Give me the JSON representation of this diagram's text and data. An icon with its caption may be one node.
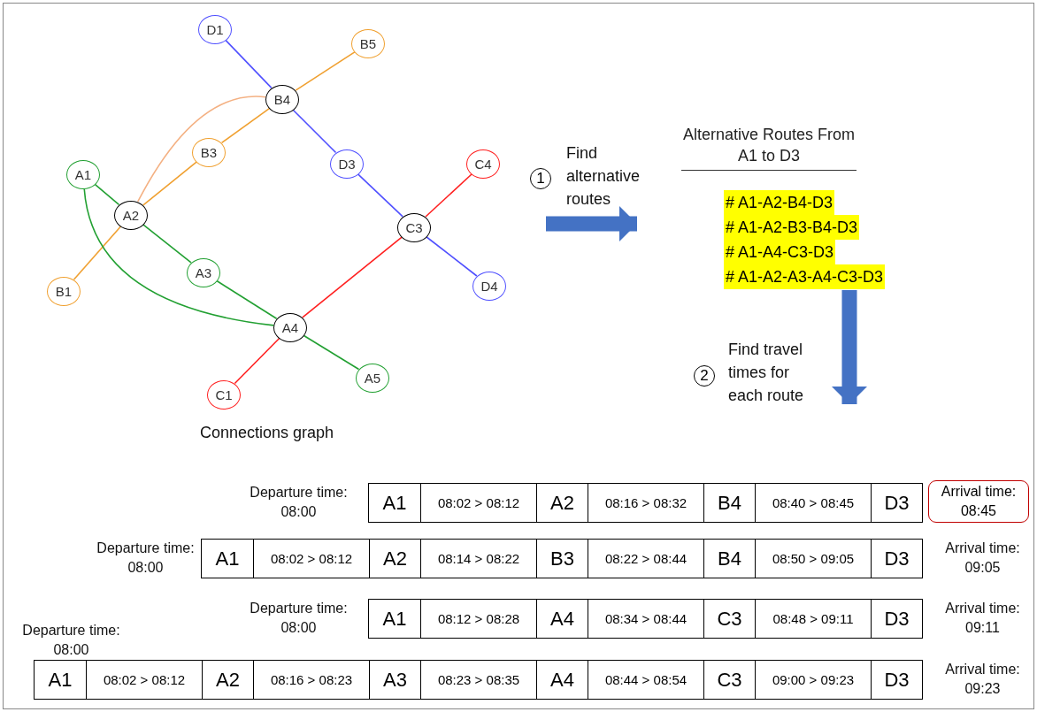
{
  "diagram": {
    "nodes": [
      {
        "text": [
          "D1"
        ]
      },
      {
        "text": [
          "B5"
        ]
      },
      {
        "text": [
          "B4"
        ]
      },
      {
        "text": [
          "B3"
        ]
      },
      {
        "text": [
          "A1"
        ]
      },
      {
        "text": [
          "A2"
        ]
      },
      {
        "text": [
          "D3"
        ]
      },
      {
        "text": [
          "C4"
        ]
      },
      {
        "text": [
          "C3"
        ]
      },
      {
        "text": [
          "A3"
        ]
      },
      {
        "text": [
          "B1"
        ]
      },
      {
        "text": [
          "D4"
        ]
      },
      {
        "text": [
          "A4"
        ]
      },
      {
        "text": [
          "A5"
        ]
      },
      {
        "text": [
          "C1"
        ]
      },
      {
        "text": [
          "Alternative Routes From A1 to D3",
          "# A1-A2-B4-D3",
          "# A1-A2-B3-B4-D3",
          "# A1-A4-C3-D3",
          "# A1-A2-A3-A4-C3-D3"
        ]
      },
      {
        "text": [
          "A1",
          "08:02 > 08:12",
          "A2",
          "08:16 > 08:32",
          "B4",
          "08:40 > 08:45",
          "D3"
        ],
        "beside": [
          "Departure time: 08:00"
        ]
      },
      {
        "text": [
          "Arrival time: 08:45"
        ]
      },
      {
        "text": [
          "A1",
          "08:02 > 08:12",
          "A2",
          "08:14 > 08:22",
          "B3",
          "08:22 > 08:44",
          "B4",
          "08:50 > 09:05",
          "D3"
        ],
        "beside": [
          "Departure time: 08:00",
          "Arrival time: 09:05"
        ]
      },
      {
        "text": [
          "A1",
          "08:12 > 08:28",
          "A4",
          "08:34 > 08:44",
          "C3",
          "08:48 > 09:11",
          "D3"
        ],
        "beside": [
          "Departure time: 08:00",
          "Arrival time: 09:11"
        ]
      },
      {
        "text": [
          "A1",
          "08:02 > 08:12",
          "A2",
          "08:16 > 08:23",
          "A3",
          "08:23 > 08:35",
          "A4",
          "08:44 > 08:54",
          "C3",
          "09:00 > 09:23",
          "D3"
        ],
        "beside": [
          "Departure time: 08:00",
          "Arrival time: 09:23"
        ]
      }
    ],
    "edges": [
      {
        "from": 0,
        "to": 2,
        "arrow": "none",
        "color": "#5050ff"
      },
      {
        "from": 2,
        "to": 6,
        "arrow": "none",
        "color": "#5050ff"
      },
      {
        "from": 6,
        "to": 8,
        "arrow": "none",
        "color": "#5050ff"
      },
      {
        "from": 8,
        "to": 11,
        "arrow": "none",
        "color": "#5050ff"
      },
      {
        "from": 1,
        "to": 2,
        "arrow": "none",
        "color": "#f0a030"
      },
      {
        "from": 2,
        "to": 3,
        "arrow": "none",
        "color": "#f0a030"
      },
      {
        "from": 3,
        "to": 5,
        "arrow": "none",
        "color": "#f0a030"
      },
      {
        "from": 5,
        "to": 10,
        "arrow": "none",
        "color": "#f0a030"
      },
      {
        "from": 5,
        "to": 2,
        "arrow": "none",
        "color": "#f4b183"
      },
      {
        "from": 4,
        "to": 5,
        "arrow": "none",
        "color": "#22a032"
      },
      {
        "from": 5,
        "to": 9,
        "arrow": "none",
        "color": "#22a032"
      },
      {
        "from": 9,
        "to": 12,
        "arrow": "none",
        "color": "#22a032"
      },
      {
        "from": 12,
        "to": 13,
        "arrow": "none",
        "color": "#22a032"
      },
      {
        "from": 4,
        "to": 12,
        "arrow": "none",
        "color": "#22a032"
      },
      {
        "from": 7,
        "to": 8,
        "arrow": "none",
        "color": "#ff2020"
      },
      {
        "from": 8,
        "to": 12,
        "arrow": "none",
        "color": "#ff2020"
      },
      {
        "from": 12,
        "to": 14,
        "arrow": "none",
        "color": "#ff2020"
      },
      {
        "from": null,
        "to": 15,
        "arrow": "to",
        "style": "thick",
        "color": "#4472c4"
      },
      {
        "from": 15,
        "to": null,
        "arrow": "to",
        "style": "thick",
        "color": "#4472c4"
      }
    ],
    "labels": [
      "Connections graph",
      "1",
      "Find alternative routes",
      "2",
      "Find travel times for each route"
    ]
  }
}
